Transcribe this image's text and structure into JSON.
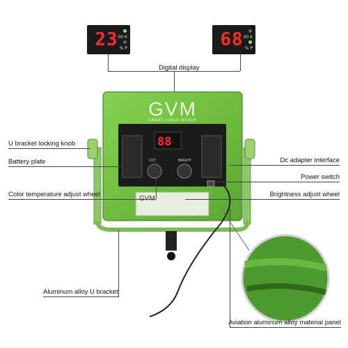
{
  "callouts": {
    "digital_display": "Digital display",
    "u_bracket_locking_knob": "U bracket locking knob",
    "battery_plate": "Battery plate",
    "color_temp_wheel": "Color temperature adjust wheel",
    "aluminum_u_bracket": "Aluminum alloy U bracket",
    "dc_adapter": "Dc adapter interface",
    "power_switch": "Power switch",
    "brightness_wheel": "Brightness adjust wheel",
    "aviation_panel": "Aviation aluminum alloy material panel"
  },
  "displays": {
    "left_value": "23",
    "right_value": "68",
    "ind_k": "00 K",
    "ind_p": "% P"
  },
  "brand": {
    "logo": "GVM",
    "tagline": "GREAT VIDEO MAKER"
  },
  "panel": {
    "knob_left": "CCT",
    "knob_right": "BRIGHT"
  },
  "colors": {
    "panel_green": "#6fbf3f",
    "display_red": "#ff2b2b"
  }
}
